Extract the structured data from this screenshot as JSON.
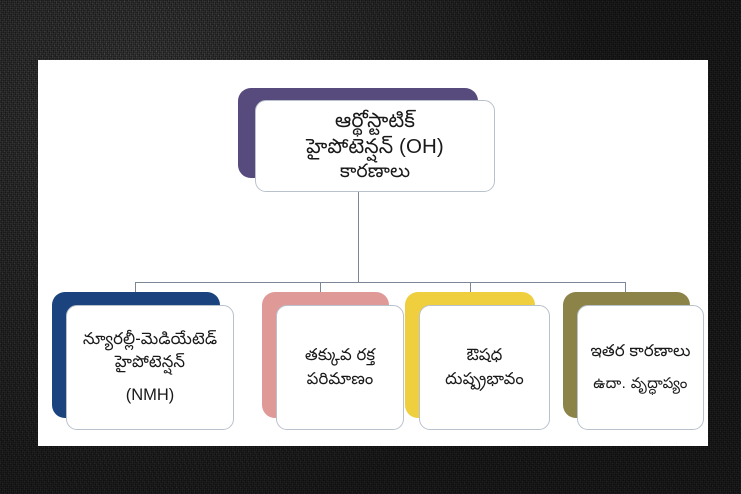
{
  "diagram": {
    "type": "organizational-tree",
    "root": {
      "id": "orthostatic-hypotension-causes",
      "lines": [
        "ఆర్థోస్టాటిక్",
        "హైపోటెన్షన్ (OH)",
        "కారణాలు"
      ],
      "accent_color": "#574A7C",
      "card_color": "#FFFFFF",
      "border_color": "#B9C2CC"
    },
    "children": [
      {
        "id": "neurally-mediated-hypotension",
        "lines": [
          "న్యూరల్లీ-మెడియేటెడ్",
          "హైపోటెన్షన్"
        ],
        "code": "(NMH)",
        "accent_color": "#1B447F"
      },
      {
        "id": "low-blood-volume",
        "lines": [
          "తక్కువ రక్త",
          "పరిమాణం"
        ],
        "accent_color": "#DF9A98"
      },
      {
        "id": "drug-side-effect",
        "lines": [
          "ఔషధ",
          "దుష్ప్రభావం"
        ],
        "accent_color": "#F0CF3E"
      },
      {
        "id": "other-causes",
        "lines": [
          "ఇతర కారణాలు"
        ],
        "sub": "ఉదా.  వృద్ధాప్యం",
        "accent_color": "#8B8348"
      }
    ],
    "connector_color": "#7B8794",
    "panel_color": "#FFFFFF",
    "backdrop_color": "#262626"
  }
}
